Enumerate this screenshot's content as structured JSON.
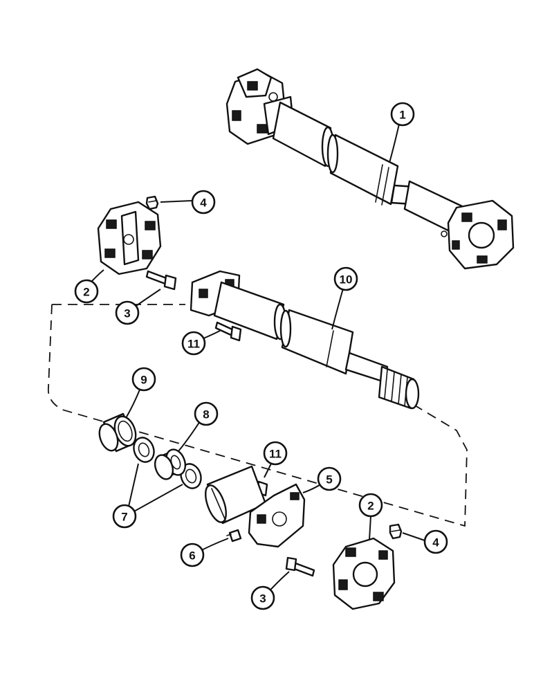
{
  "callouts": [
    {
      "id": "c1",
      "label": "1"
    },
    {
      "id": "c2a",
      "label": "2"
    },
    {
      "id": "c2b",
      "label": "2"
    },
    {
      "id": "c3a",
      "label": "3"
    },
    {
      "id": "c3b",
      "label": "3"
    },
    {
      "id": "c4a",
      "label": "4"
    },
    {
      "id": "c4b",
      "label": "4"
    },
    {
      "id": "c5",
      "label": "5"
    },
    {
      "id": "c6",
      "label": "6"
    },
    {
      "id": "c7",
      "label": "7"
    },
    {
      "id": "c8",
      "label": "8"
    },
    {
      "id": "c9",
      "label": "9"
    },
    {
      "id": "c10",
      "label": "10"
    },
    {
      "id": "c11a",
      "label": "11"
    },
    {
      "id": "c11b",
      "label": "11"
    }
  ]
}
